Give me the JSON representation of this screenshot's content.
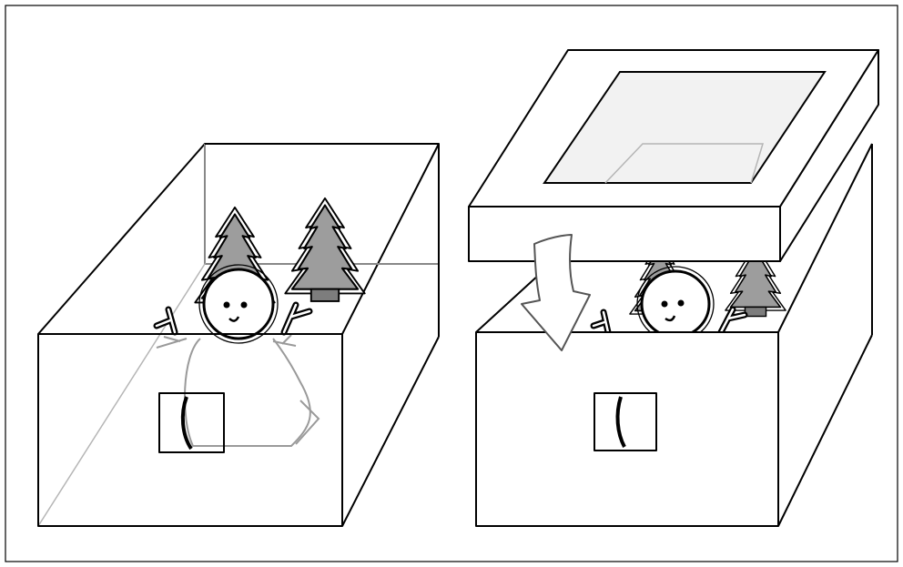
{
  "diagram": {
    "panels": [
      {
        "id": "open-box",
        "state": "open",
        "contents": [
          "tree",
          "tree",
          "snowman"
        ]
      },
      {
        "id": "box-with-lid",
        "state": "lid-lowering",
        "contents": [
          "tree",
          "tree",
          "snowman"
        ]
      }
    ],
    "colors": {
      "tree": "#9d9d9d",
      "outline": "#000000",
      "ghost": "#9a9a9a",
      "arrow_stroke": "#555555"
    },
    "icons": [
      "down-arrow-icon",
      "tree-icon",
      "snowman-icon"
    ]
  }
}
